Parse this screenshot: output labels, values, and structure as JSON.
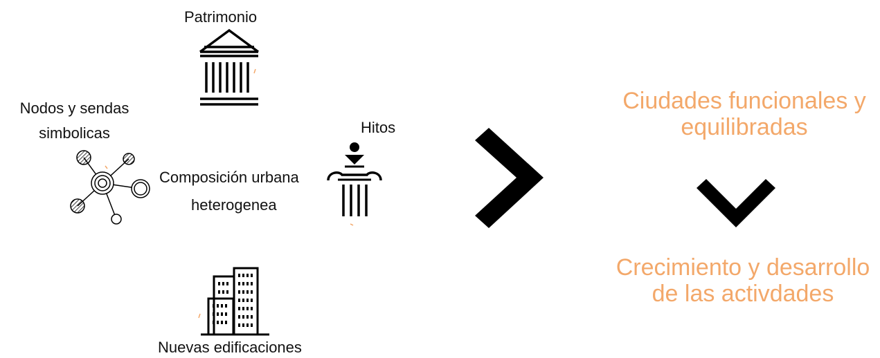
{
  "labels": {
    "patrimonio": "Patrimonio",
    "nodos_line1": "Nodos y sendas",
    "nodos_line2": "simbolicas",
    "hitos": "Hitos",
    "composicion_line1": "Composición urbana",
    "composicion_line2": "heterogenea",
    "nuevas": "Nuevas edificaciones"
  },
  "outcomes": {
    "ciudades_line1": "Ciudades funcionales y",
    "ciudades_line2": "equilibradas",
    "crecimiento_line1": "Crecimiento y desarrollo",
    "crecimiento_line2": "de las activdades"
  },
  "colors": {
    "text": "#111111",
    "accent": "#F3A86A",
    "icon": "#000000"
  },
  "icons": [
    "temple-icon",
    "network-nodes-icon",
    "column-landmark-icon",
    "buildings-icon",
    "chevron-right-icon",
    "chevron-down-icon"
  ]
}
